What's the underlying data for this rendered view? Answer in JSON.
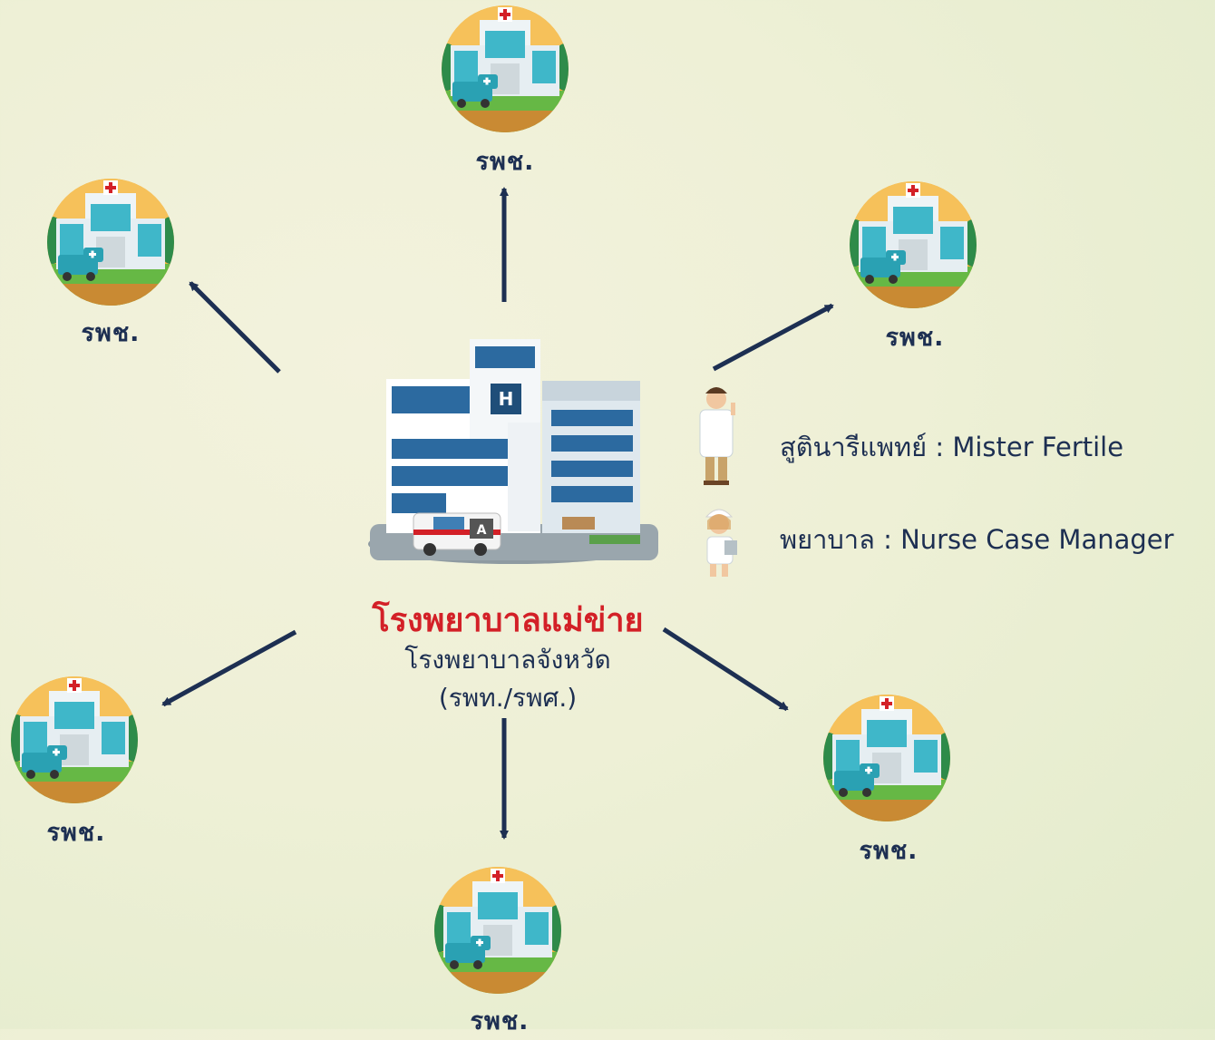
{
  "hub": {
    "title": "โรงพยาบาลแม่ข่าย",
    "subtitle": "โรงพยาบาลจังหวัด",
    "subtitle2": "(รพท./รพศ.)",
    "building_letter": "H",
    "ambulance_letter": "A"
  },
  "nodes": [
    {
      "label": "รพช."
    },
    {
      "label": "รพช."
    },
    {
      "label": "รพช."
    },
    {
      "label": "รพช."
    },
    {
      "label": "รพช."
    },
    {
      "label": "รพช."
    }
  ],
  "roles": {
    "doctor": "สูตินารีแพทย์ : Mister Fertile",
    "nurse": "พยาบาล :  Nurse Case Manager"
  },
  "colors": {
    "arrow": "#1d2f52",
    "title_red": "#d32027",
    "text_navy": "#1d2f52"
  }
}
